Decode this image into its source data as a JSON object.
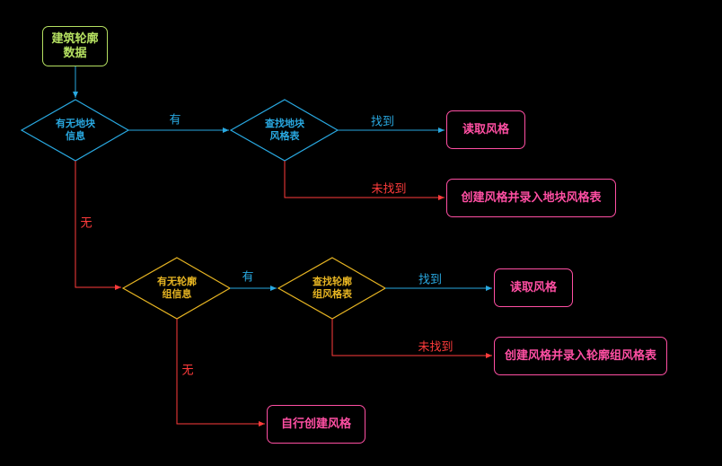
{
  "colors": {
    "background": "#000000",
    "start": "#b5e061",
    "blue": "#29a8e0",
    "yellow": "#e6b422",
    "pink": "#ff4fa3",
    "red": "#ff3b3b"
  },
  "nodes": {
    "start": "建筑轮廓\n数据",
    "has_parcel": "有无地块\n信息",
    "find_parcel_style": "查找地块\n风格表",
    "read_style_1": "读取风格",
    "create_parcel_style": "创建风格并录入地块风格表",
    "has_group": "有无轮廓\n组信息",
    "find_group_style": "查找轮廓\n组风格表",
    "read_style_2": "读取风格",
    "create_group_style": "创建风格并录入轮廓组风格表",
    "self_create": "自行创建风格"
  },
  "edges": {
    "yes_1": "有",
    "found_1": "找到",
    "not_found_1": "未找到",
    "no_1": "无",
    "yes_2": "有",
    "found_2": "找到",
    "not_found_2": "未找到",
    "no_2": "无"
  }
}
